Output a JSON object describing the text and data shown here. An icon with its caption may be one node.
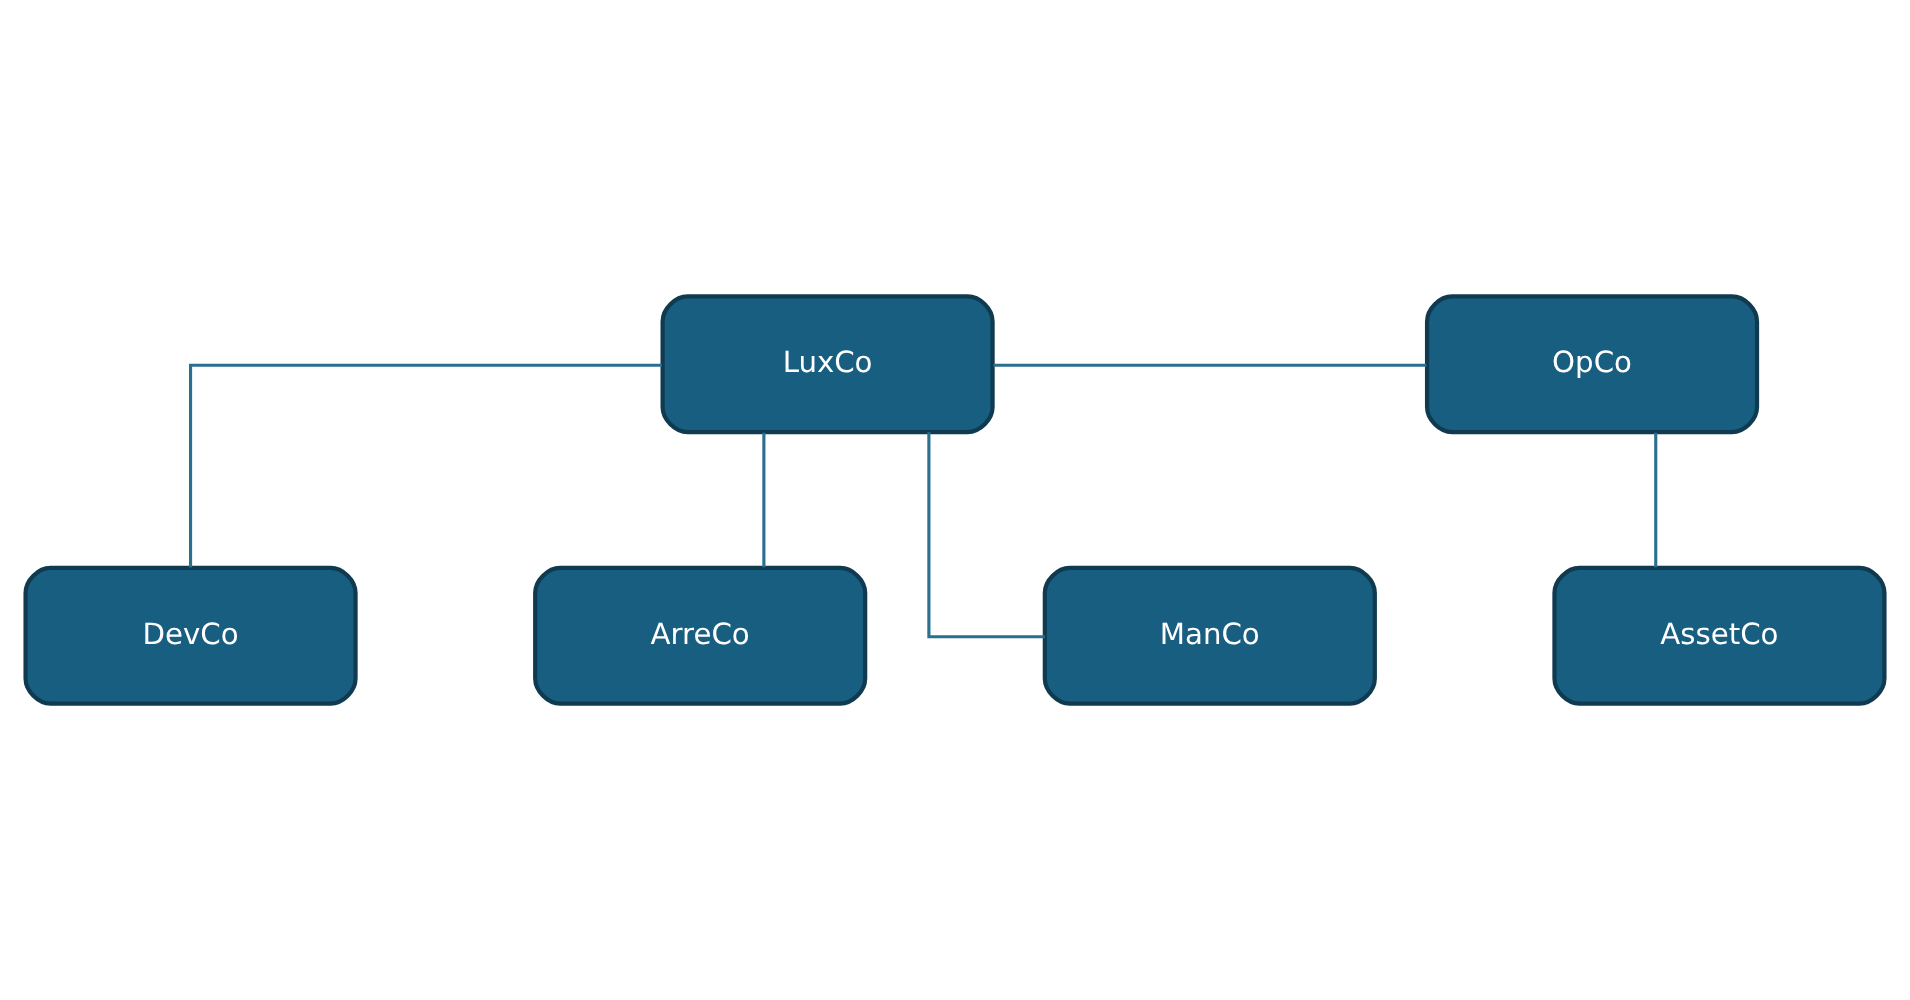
{
  "diagram": {
    "nodes": [
      {
        "text": [
          "LuxCo"
        ]
      },
      {
        "text": [
          "OpCo"
        ]
      },
      {
        "text": [
          "ManCo"
        ]
      },
      {
        "text": [
          "AssetCo"
        ]
      },
      {
        "text": [
          "DevCo"
        ]
      },
      {
        "text": [
          "ArreCo"
        ]
      }
    ],
    "edges": [
      {
        "from": 2,
        "to": 0,
        "arrow": "none"
      },
      {
        "from": 0,
        "to": 1,
        "arrow": "none"
      },
      {
        "from": 1,
        "to": 3,
        "arrow": "none"
      },
      {
        "from": 0,
        "to": 4,
        "arrow": "none"
      },
      {
        "from": 0,
        "to": 5,
        "arrow": "none"
      }
    ]
  }
}
